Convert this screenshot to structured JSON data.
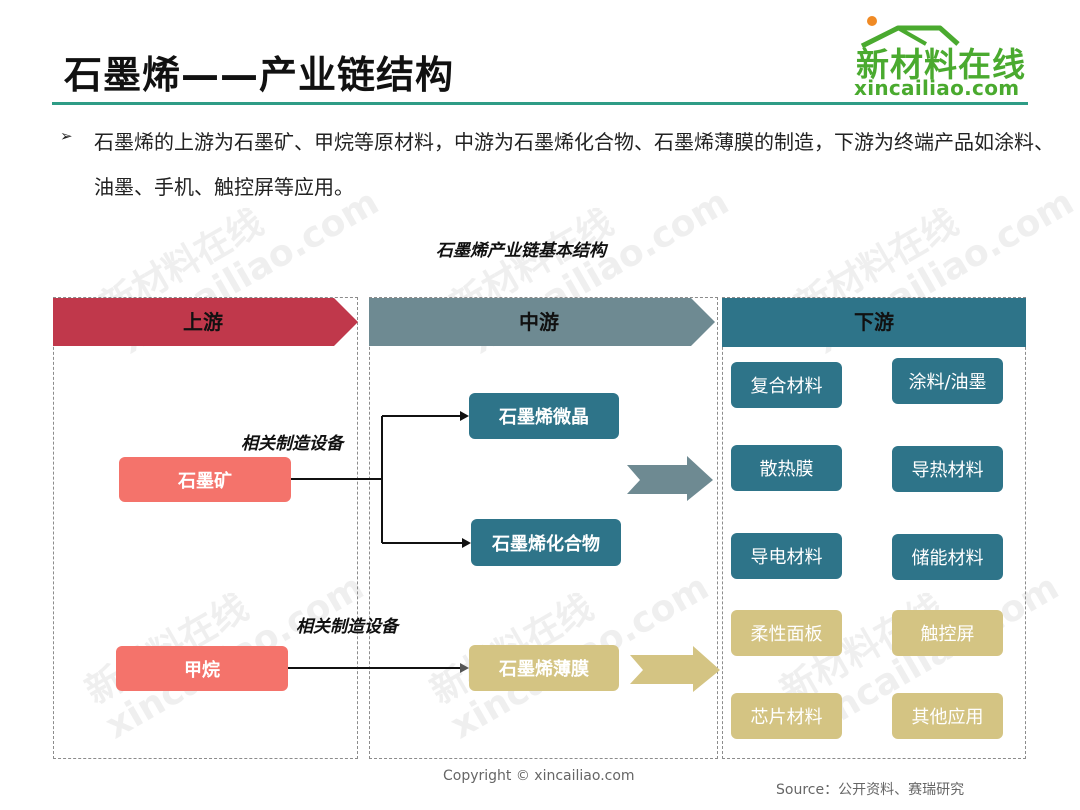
{
  "header": {
    "title": "石墨烯——产业链结构",
    "logo": {
      "name_cn": "新材料在线",
      "domain": "xincailiao.com",
      "brand_color": "#4aaa2f",
      "dot_color": "#f08a24"
    }
  },
  "bullet": {
    "icon": "arrow-bullet-icon",
    "text": "石墨烯的上游为石墨矿、甲烷等原材料，中游为石墨烯化合物、石墨烯薄膜的制造，下游为终端产品如涂料、油墨、手机、触控屏等应用。"
  },
  "diagram": {
    "caption": "石墨烯产业链基本结构",
    "stages": {
      "upstream": {
        "label": "上游",
        "color": "#c0384b"
      },
      "midstream": {
        "label": "中游",
        "color": "#6e8a92"
      },
      "downstream": {
        "label": "下游",
        "color": "#2e7489"
      }
    },
    "upstream_items": [
      {
        "label": "石墨矿"
      },
      {
        "label": "甲烷"
      }
    ],
    "connector_notes": [
      {
        "label": "相关制造设备"
      },
      {
        "label": "相关制造设备"
      }
    ],
    "midstream_items": [
      {
        "label": "石墨烯微晶",
        "group": "teal"
      },
      {
        "label": "石墨烯化合物",
        "group": "teal"
      },
      {
        "label": "石墨烯薄膜",
        "group": "khaki"
      }
    ],
    "downstream_items": [
      {
        "label": "复合材料",
        "group": "teal"
      },
      {
        "label": "涂料/油墨",
        "group": "teal"
      },
      {
        "label": "散热膜",
        "group": "teal"
      },
      {
        "label": "导热材料",
        "group": "teal"
      },
      {
        "label": "导电材料",
        "group": "teal"
      },
      {
        "label": "储能材料",
        "group": "teal"
      },
      {
        "label": "柔性面板",
        "group": "khaki"
      },
      {
        "label": "触控屏",
        "group": "khaki"
      },
      {
        "label": "芯片材料",
        "group": "khaki"
      },
      {
        "label": "其他应用",
        "group": "khaki"
      }
    ],
    "colors": {
      "raw_material": "#f4736b",
      "teal_group": "#2e7489",
      "khaki_group": "#d4c483",
      "teal_arrow": "#6e8a92",
      "khaki_arrow": "#d4c483"
    }
  },
  "footer": {
    "copyright": "Copyright © xincailiao.com",
    "source": "Source：公开资料、赛瑞研究"
  },
  "watermark": {
    "cn": "新材料在线",
    "en": "xincailiao.com"
  }
}
